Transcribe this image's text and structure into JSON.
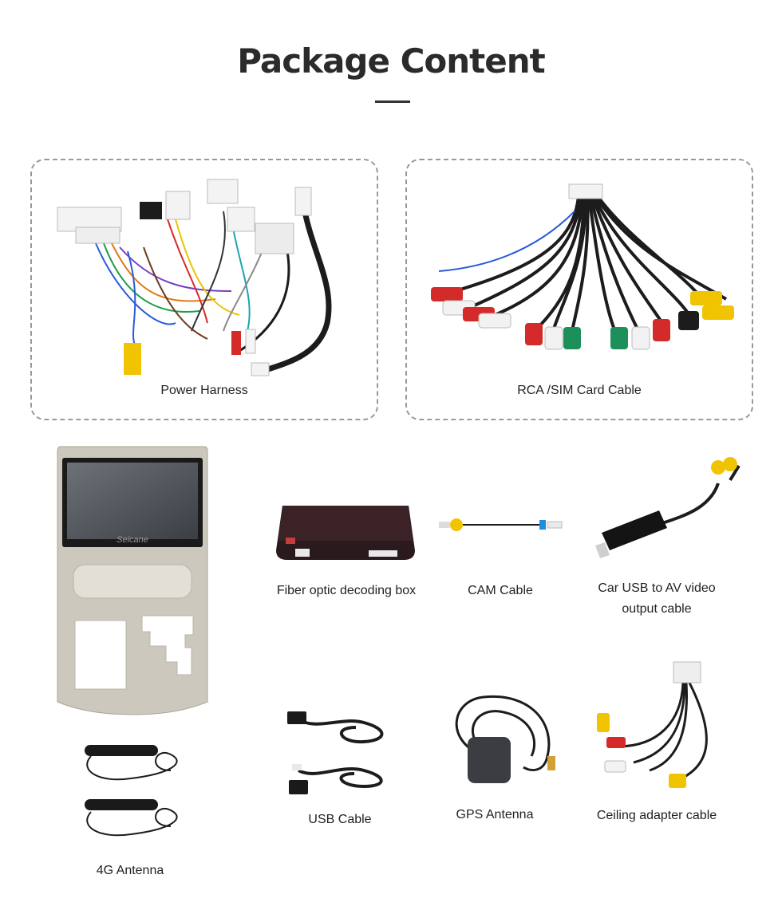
{
  "page": {
    "title": "Package Content"
  },
  "items": {
    "power_harness": "Power Harness",
    "rca_sim_cable": "RCA /SIM Card Cable",
    "fiber_box": "Fiber optic decoding box",
    "cam_cable": "CAM Cable",
    "usb_av_line1": "Car USB to AV video",
    "usb_av_line2": "output cable",
    "usb_cable": "USB Cable",
    "gps_antenna": "GPS Antenna",
    "ceiling_cable": "Ceiling adapter cable",
    "antenna_4g": "4G Antenna",
    "brand_logo": "Seicane"
  },
  "colors": {
    "rca_red": "#d42a2a",
    "rca_white": "#f2f2f2",
    "rca_yellow": "#f0c400",
    "rca_green": "#1d8f5a",
    "cable_black": "#1c1c1c",
    "panel_silver": "#c9c4b8"
  }
}
